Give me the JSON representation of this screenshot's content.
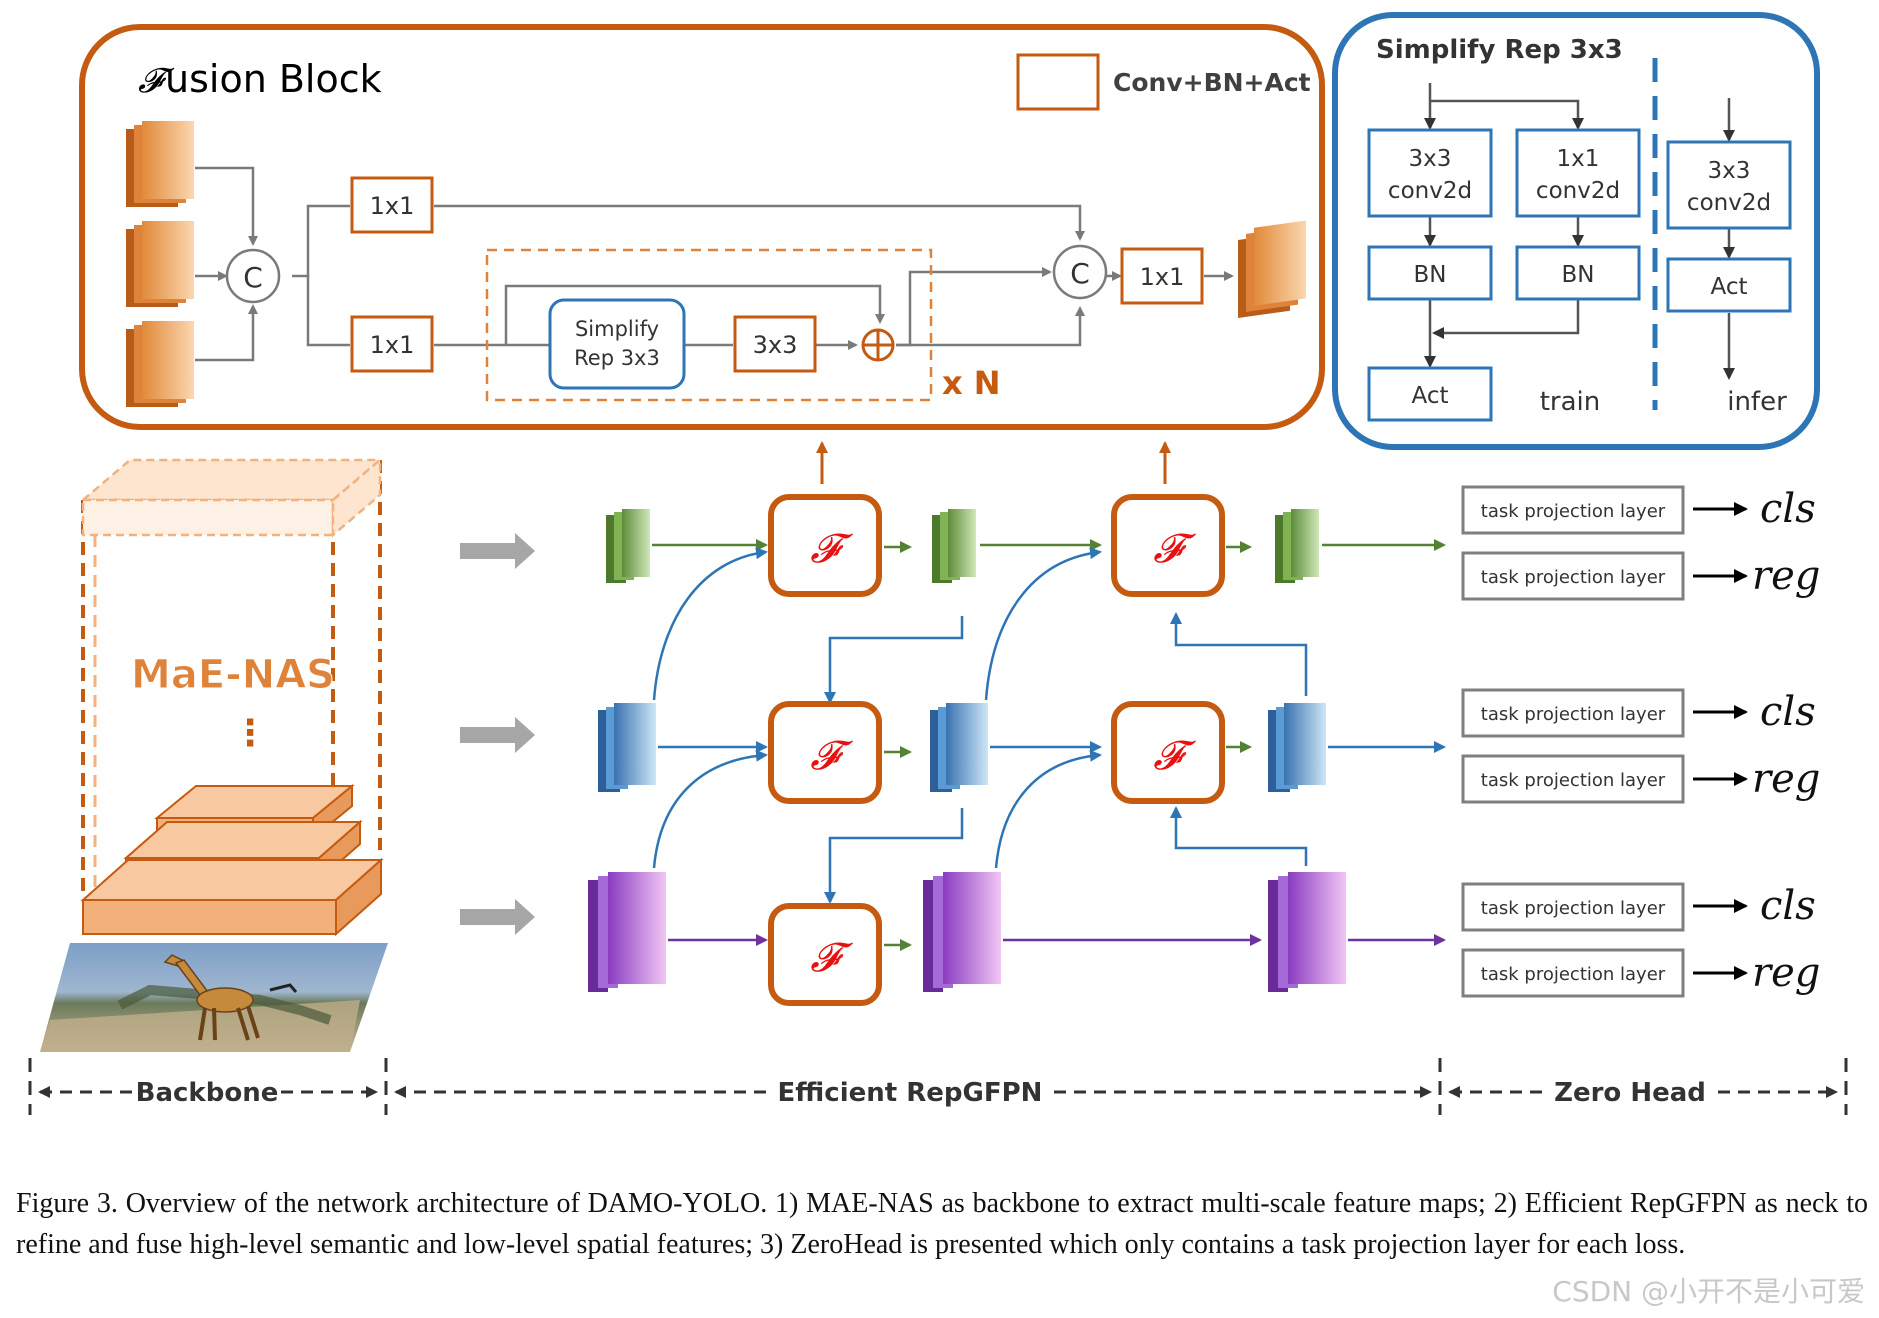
{
  "fusion_block": {
    "title_symbol": "𝓕",
    "title": "usion Block",
    "legend_label": "Conv+BN+Act",
    "concat_label": "C",
    "conv1x1_label": "1x1",
    "simplify_label_line1": "Simplify",
    "simplify_label_line2": "Rep 3x3",
    "conv3x3_label": "3x3",
    "repeat_label": "x N"
  },
  "simplify_rep": {
    "title": "Simplify Rep 3x3",
    "conv3x3_line1": "3x3",
    "conv3x3_line2": "conv2d",
    "conv1x1_line1": "1x1",
    "conv1x1_line2": "conv2d",
    "bn_label": "BN",
    "act_label": "Act",
    "train_label": "train",
    "infer_label": "infer"
  },
  "backbone": {
    "label": "MaE-NAS",
    "dots": "⋮"
  },
  "neck": {
    "fusion_symbol": "𝓕"
  },
  "head": {
    "projection_label": "task projection layer",
    "cls_label": "cls",
    "reg_label": "reg"
  },
  "sections": {
    "backbone": "Backbone",
    "neck": "Efficient RepGFPN",
    "head": "Zero Head"
  },
  "colors": {
    "orange": "#c55a11",
    "blue": "#2e75b6",
    "green": "#548235",
    "purple": "#7030a0",
    "gray": "#808080"
  },
  "caption": "Figure 3.  Overview of the network architecture of DAMO-YOLO. 1) MAE-NAS as backbone to extract multi-scale feature maps; 2) Efficient RepGFPN as neck to refine and fuse high-level semantic and low-level spatial features; 3) ZeroHead is presented which only contains a task projection layer for each loss.",
  "watermark": "CSDN @小开不是小可爱"
}
